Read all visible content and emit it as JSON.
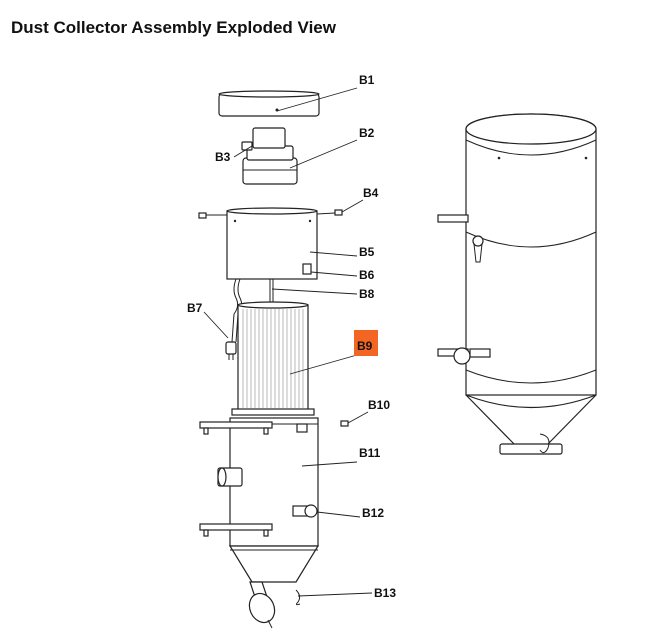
{
  "title": "Dust Collector Assembly Exploded View",
  "highlight_color": "#f26522",
  "labels": {
    "b1": "B1",
    "b2": "B2",
    "b3": "B3",
    "b4": "B4",
    "b5": "B5",
    "b6": "B6",
    "b7": "B7",
    "b8": "B8",
    "b9": "B9",
    "b10": "B10",
    "b11": "B11",
    "b12": "B12",
    "b13": "B13"
  },
  "highlighted_part": "B9"
}
